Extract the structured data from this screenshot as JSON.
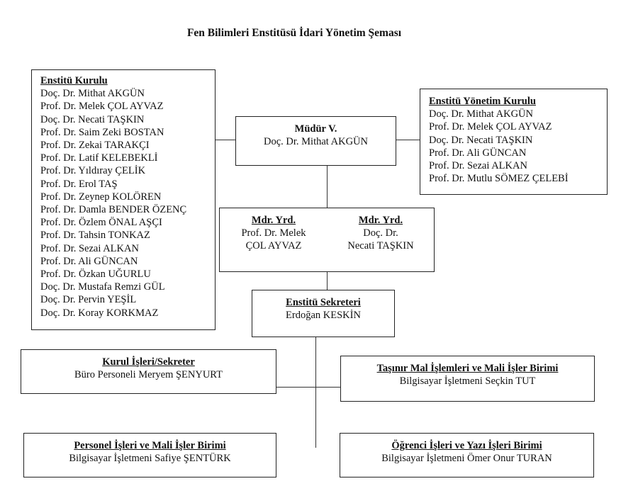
{
  "title": "Fen Bilimleri Enstitüsü İdari Yönetim Şeması",
  "enstitu_kurulu": {
    "heading": "Enstitü Kurulu",
    "members": [
      "Doç. Dr. Mithat AKGÜN",
      "Prof. Dr. Melek ÇOL AYVAZ",
      "Doç. Dr. Necati TAŞKIN",
      "Prof. Dr. Saim Zeki BOSTAN",
      "Prof. Dr. Zekai TARAKÇI",
      "Prof. Dr. Latif KELEBEKLİ",
      "Prof. Dr. Yıldıray ÇELİK",
      "Prof. Dr. Erol TAŞ",
      "Prof. Dr. Zeynep KOLÖREN",
      "Prof. Dr. Damla BENDER ÖZENÇ",
      "Prof. Dr. Özlem ÖNAL AŞÇI",
      "Prof. Dr. Tahsin TONKAZ",
      "Prof. Dr. Sezai ALKAN",
      "Prof. Dr. Ali GÜNCAN",
      "Prof. Dr. Özkan UĞURLU",
      "Doç. Dr. Mustafa Remzi GÜL",
      "Doç. Dr. Pervin YEŞİL",
      "Doç. Dr. Koray KORKMAZ"
    ]
  },
  "mudur": {
    "heading": "Müdür V.",
    "name": "Doç. Dr. Mithat AKGÜN"
  },
  "yonetim_kurulu": {
    "heading": "Enstitü Yönetim Kurulu",
    "members": [
      "Doç. Dr. Mithat AKGÜN",
      "Prof. Dr. Melek ÇOL AYVAZ",
      "Doç. Dr. Necati TAŞKIN",
      "Prof. Dr. Ali GÜNCAN",
      "Prof. Dr. Sezai ALKAN",
      "Prof. Dr. Mutlu SÖMEZ ÇELEBİ"
    ]
  },
  "mdr_yrd": [
    {
      "heading": "Mdr. Yrd.",
      "line1": "Prof. Dr. Melek",
      "line2": "ÇOL AYVAZ"
    },
    {
      "heading": "Mdr. Yrd.",
      "line1": "Doç. Dr.",
      "line2": "Necati TAŞKIN"
    }
  ],
  "sekreter": {
    "heading": "Enstitü Sekreteri",
    "name": "Erdoğan KESKİN"
  },
  "units": {
    "kurul": {
      "heading": "Kurul İşleri/Sekreter",
      "name": "Büro Personeli Meryem ŞENYURT"
    },
    "tasinir": {
      "heading": "Taşınır Mal İşlemleri ve Mali İşler Birimi",
      "name": "Bilgisayar İşletmeni Seçkin TUT"
    },
    "personel": {
      "heading": "Personel İşleri ve Mali İşler Birimi",
      "name": "Bilgisayar İşletmeni Safiye ŞENTÜRK"
    },
    "ogrenci": {
      "heading": "Öğrenci İşleri ve Yazı İşleri Birimi",
      "name": "Bilgisayar İşletmeni Ömer Onur TURAN"
    }
  }
}
